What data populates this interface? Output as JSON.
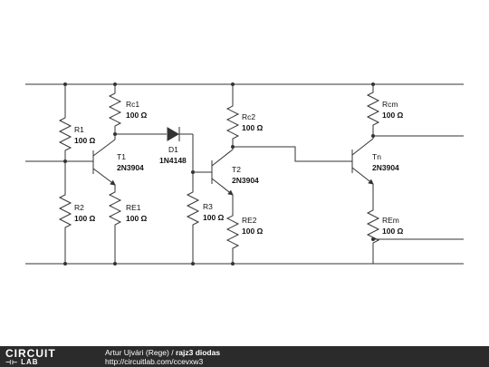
{
  "components": {
    "R1": {
      "name": "R1",
      "value": "100 Ω"
    },
    "R2": {
      "name": "R2",
      "value": "100 Ω"
    },
    "Rc1": {
      "name": "Rc1",
      "value": "100 Ω"
    },
    "RE1": {
      "name": "RE1",
      "value": "100 Ω"
    },
    "T1": {
      "name": "T1",
      "value": "2N3904"
    },
    "D1": {
      "name": "D1",
      "value": "1N4148"
    },
    "Rc2": {
      "name": "Rc2",
      "value": "100 Ω"
    },
    "T2": {
      "name": "T2",
      "value": "2N3904"
    },
    "R3": {
      "name": "R3",
      "value": "100 Ω"
    },
    "RE2": {
      "name": "RE2",
      "value": "100 Ω"
    },
    "Rcm": {
      "name": "Rcm",
      "value": "100 Ω"
    },
    "Tn": {
      "name": "Tn",
      "value": "2N3904"
    },
    "REm": {
      "name": "REm",
      "value": "100 Ω"
    }
  },
  "footer": {
    "logo_top": "CIRCUIT",
    "logo_bottom": "LAB",
    "author": "Artur Ujvári (Rege)",
    "separator": " / ",
    "title": "rajz3 diodas",
    "url": "http://circuitlab.com/ccevxw3"
  },
  "colors": {
    "wire": "#333333",
    "footer_bg": "#2b2b2b",
    "text": "#111111"
  }
}
